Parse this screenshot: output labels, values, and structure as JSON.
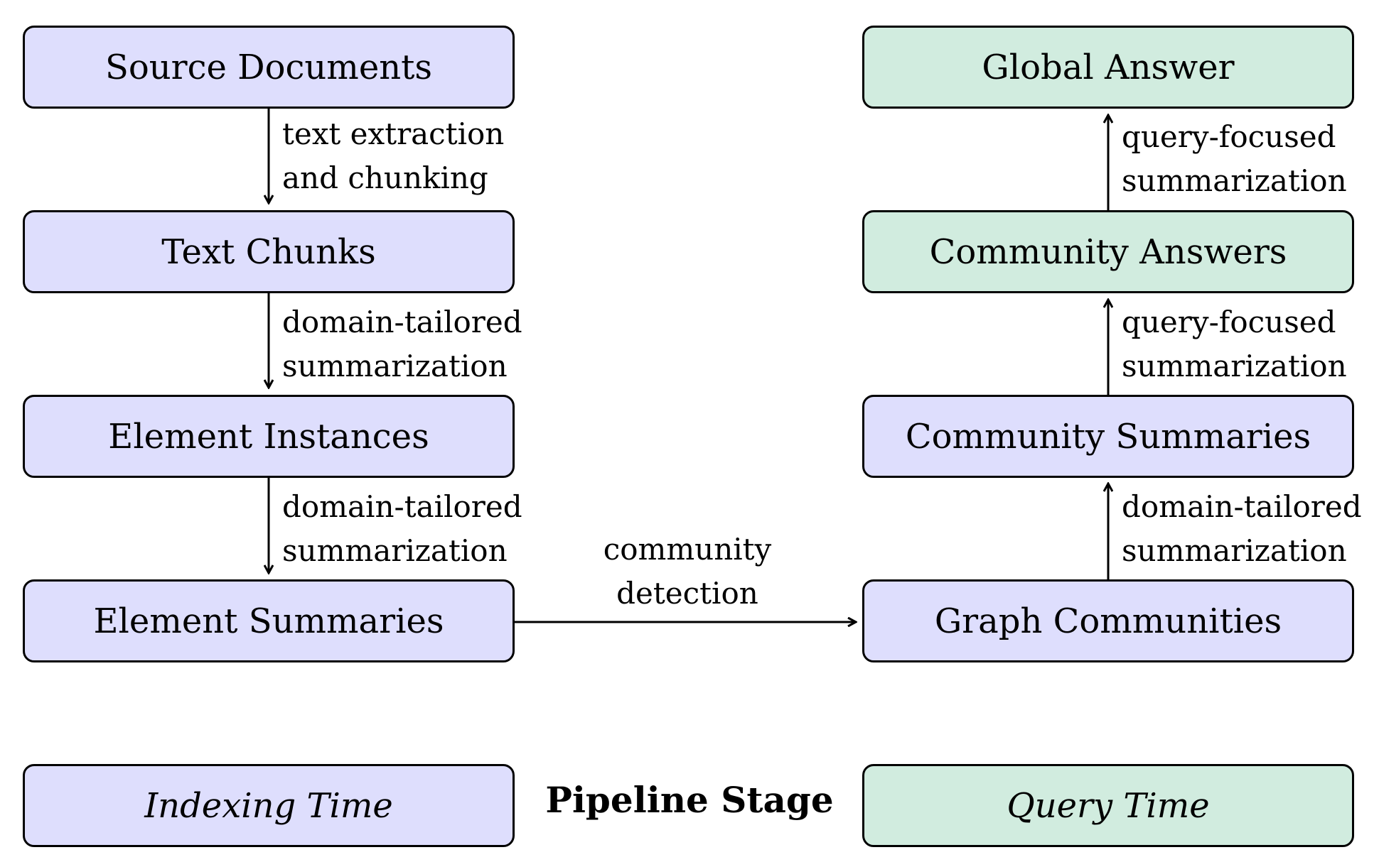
{
  "indexing": {
    "source_documents": "Source Documents",
    "text_chunks": "Text Chunks",
    "element_instances": "Element Instances",
    "element_summaries": "Element Summaries",
    "edge1": [
      "text extraction",
      "and chunking"
    ],
    "edge2": [
      "domain-tailored",
      "summarization"
    ],
    "edge3": [
      "domain-tailored",
      "summarization"
    ]
  },
  "bridge": [
    "community",
    "detection"
  ],
  "query": {
    "graph_communities": "Graph Communities",
    "community_summaries": "Community Summaries",
    "community_answers": "Community Answers",
    "global_answer": "Global Answer",
    "edge1": [
      "domain-tailored",
      "summarization"
    ],
    "edge2": [
      "query-focused",
      "summarization"
    ],
    "edge3": [
      "query-focused",
      "summarization"
    ]
  },
  "legend": {
    "indexing_time": "Indexing Time",
    "pipeline_stage": "Pipeline Stage",
    "query_time": "Query Time"
  },
  "colors": {
    "indexing_fill": "#dedefd",
    "query_fill": "#d1ecdf",
    "stroke": "#000000"
  }
}
